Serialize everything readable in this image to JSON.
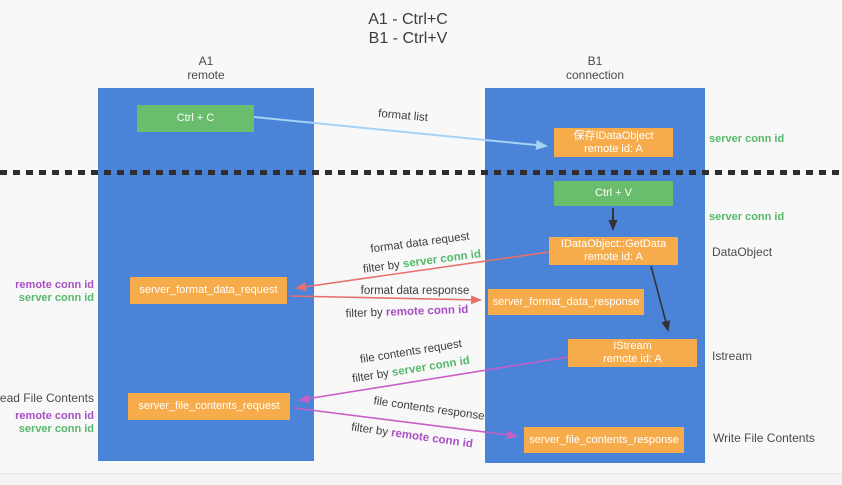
{
  "title": {
    "line1": "A1 - Ctrl+C",
    "line2": "B1 - Ctrl+V"
  },
  "lanes": {
    "left": {
      "name": "A1",
      "role": "remote"
    },
    "right": {
      "name": "B1",
      "role": "connection"
    }
  },
  "boxes": {
    "ctrl_c": {
      "label": "Ctrl + C"
    },
    "save_dataobject": {
      "line1": "保存IDataObject",
      "line2": "remote id: A"
    },
    "ctrl_v": {
      "label": "Ctrl + V"
    },
    "getdata": {
      "line1": "IDataObject::GetData",
      "line2": "remote id: A"
    },
    "format_request": {
      "label": "server_format_data_request"
    },
    "format_response": {
      "label": "server_format_data_response"
    },
    "istream": {
      "line1": "IStream",
      "line2": "remote id: A"
    },
    "file_request": {
      "label": "server_file_contents_request"
    },
    "file_response": {
      "label": "server_file_contents_response"
    }
  },
  "arrow_labels": {
    "format_list": "format list",
    "format_data_request": "format data request",
    "format_data_request_filter_prefix": "filter by ",
    "format_data_request_filter_key": "server conn id",
    "format_data_response": "format data response",
    "format_data_response_filter_prefix": "filter by ",
    "format_data_response_filter_key": "remote conn id",
    "file_contents_request": "file contents request",
    "file_contents_request_filter_prefix": "filter by ",
    "file_contents_request_filter_key": "server conn id",
    "file_contents_response": "file contents response",
    "file_contents_response_filter_prefix": "filter by ",
    "file_contents_response_filter_key": "remote conn id"
  },
  "side_labels": {
    "right_server_conn_id_1": "server conn id",
    "right_server_conn_id_2": "server conn id",
    "right_dataobject": "DataObject",
    "right_istream": "Istream",
    "right_write_file": "Write File Contents",
    "left_remote_conn_id_1": "remote conn id",
    "left_server_conn_id_1": "server conn id",
    "left_read_file": "Read File Contents",
    "left_remote_conn_id_2": "remote conn id",
    "left_server_conn_id_2": "server conn id"
  },
  "colors": {
    "lane_blue": "#4a83d7",
    "box_green": "#69bd6d",
    "box_orange": "#f7ac4c",
    "arrow_light_blue": "#a6d2f5",
    "arrow_red": "#e8706a",
    "arrow_magenta": "#c75fc7",
    "arrow_black": "#333333",
    "text_green": "#56b96a",
    "text_purple": "#a94fc4",
    "text_dark": "#3d3d3d"
  }
}
